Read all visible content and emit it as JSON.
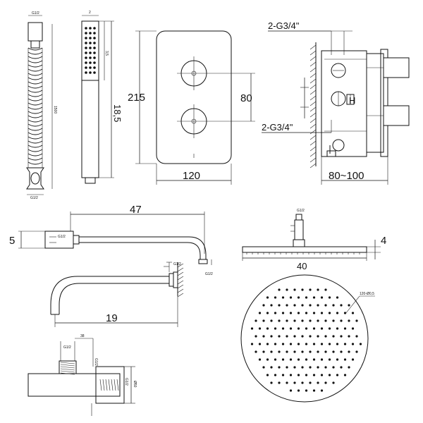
{
  "views": {
    "hand_shower_hose": {
      "tiny_labels": [
        "G1/2",
        "1500",
        "G1/2"
      ]
    },
    "hand_shower": {
      "dim_length": "18,5",
      "tiny_labels": [
        "2",
        "3,5"
      ]
    },
    "thermostat_plate": {
      "dim_height": "215",
      "dim_width": "120",
      "dim_handle_spacing": "80"
    },
    "valve_body": {
      "thread_top": "2-G3/4\"",
      "thread_bottom": "2-G3/4\"",
      "depth_range": "80~100",
      "marker": "H"
    },
    "shower_arm": {
      "dim_length": "47",
      "dim_height": "5",
      "tiny_labels": [
        "G1/2",
        "G1/2"
      ]
    },
    "spout": {
      "dim_length": "19",
      "tiny_labels": [
        "G1/2"
      ]
    },
    "shower_head_side": {
      "dim_diameter": "40",
      "dim_thickness": "4",
      "tiny_labels": [
        "G1/2"
      ]
    },
    "shower_head_top": {
      "nozzle_callout": "120-Ø0,5"
    },
    "wall_outlet": {
      "tiny_labels": [
        "G1/2",
        "38",
        "G1/2",
        "G1/2",
        "Ø50"
      ]
    }
  }
}
